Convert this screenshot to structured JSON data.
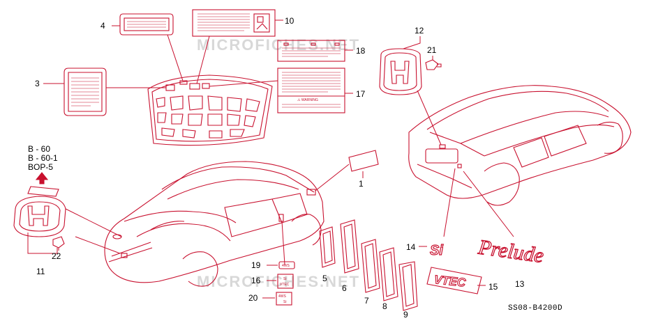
{
  "diagram": {
    "watermark": "MICROFICHES.NET",
    "diagram_code": "SS08-B4200D",
    "parts": {
      "p1": "1",
      "p3": "3",
      "p4": "4",
      "p5": "5",
      "p6": "6",
      "p7": "7",
      "p8": "8",
      "p9": "9",
      "p10": "10",
      "p11": "11",
      "p12": "12",
      "p13": "13",
      "p14": "14",
      "p15": "15",
      "p16": "16",
      "p17": "17",
      "p18": "18",
      "p19": "19",
      "p20": "20",
      "p21": "21",
      "p22": "22"
    },
    "references": {
      "r1": "B - 60",
      "r2": "B - 60-1",
      "r3": "BOP-5"
    },
    "emblem_text": {
      "prelude": "Prelude",
      "si": "Si",
      "vtec": "VTEC",
      "warning": "⚠ WARNING",
      "label16_a": "Si",
      "label16_b": "VTEC",
      "label19": "4WS",
      "label20_a": "4WS",
      "label20_b": "Si"
    },
    "colors": {
      "line": "#c8102e",
      "text": "#000000",
      "watermark": "#d8d8d8"
    }
  }
}
